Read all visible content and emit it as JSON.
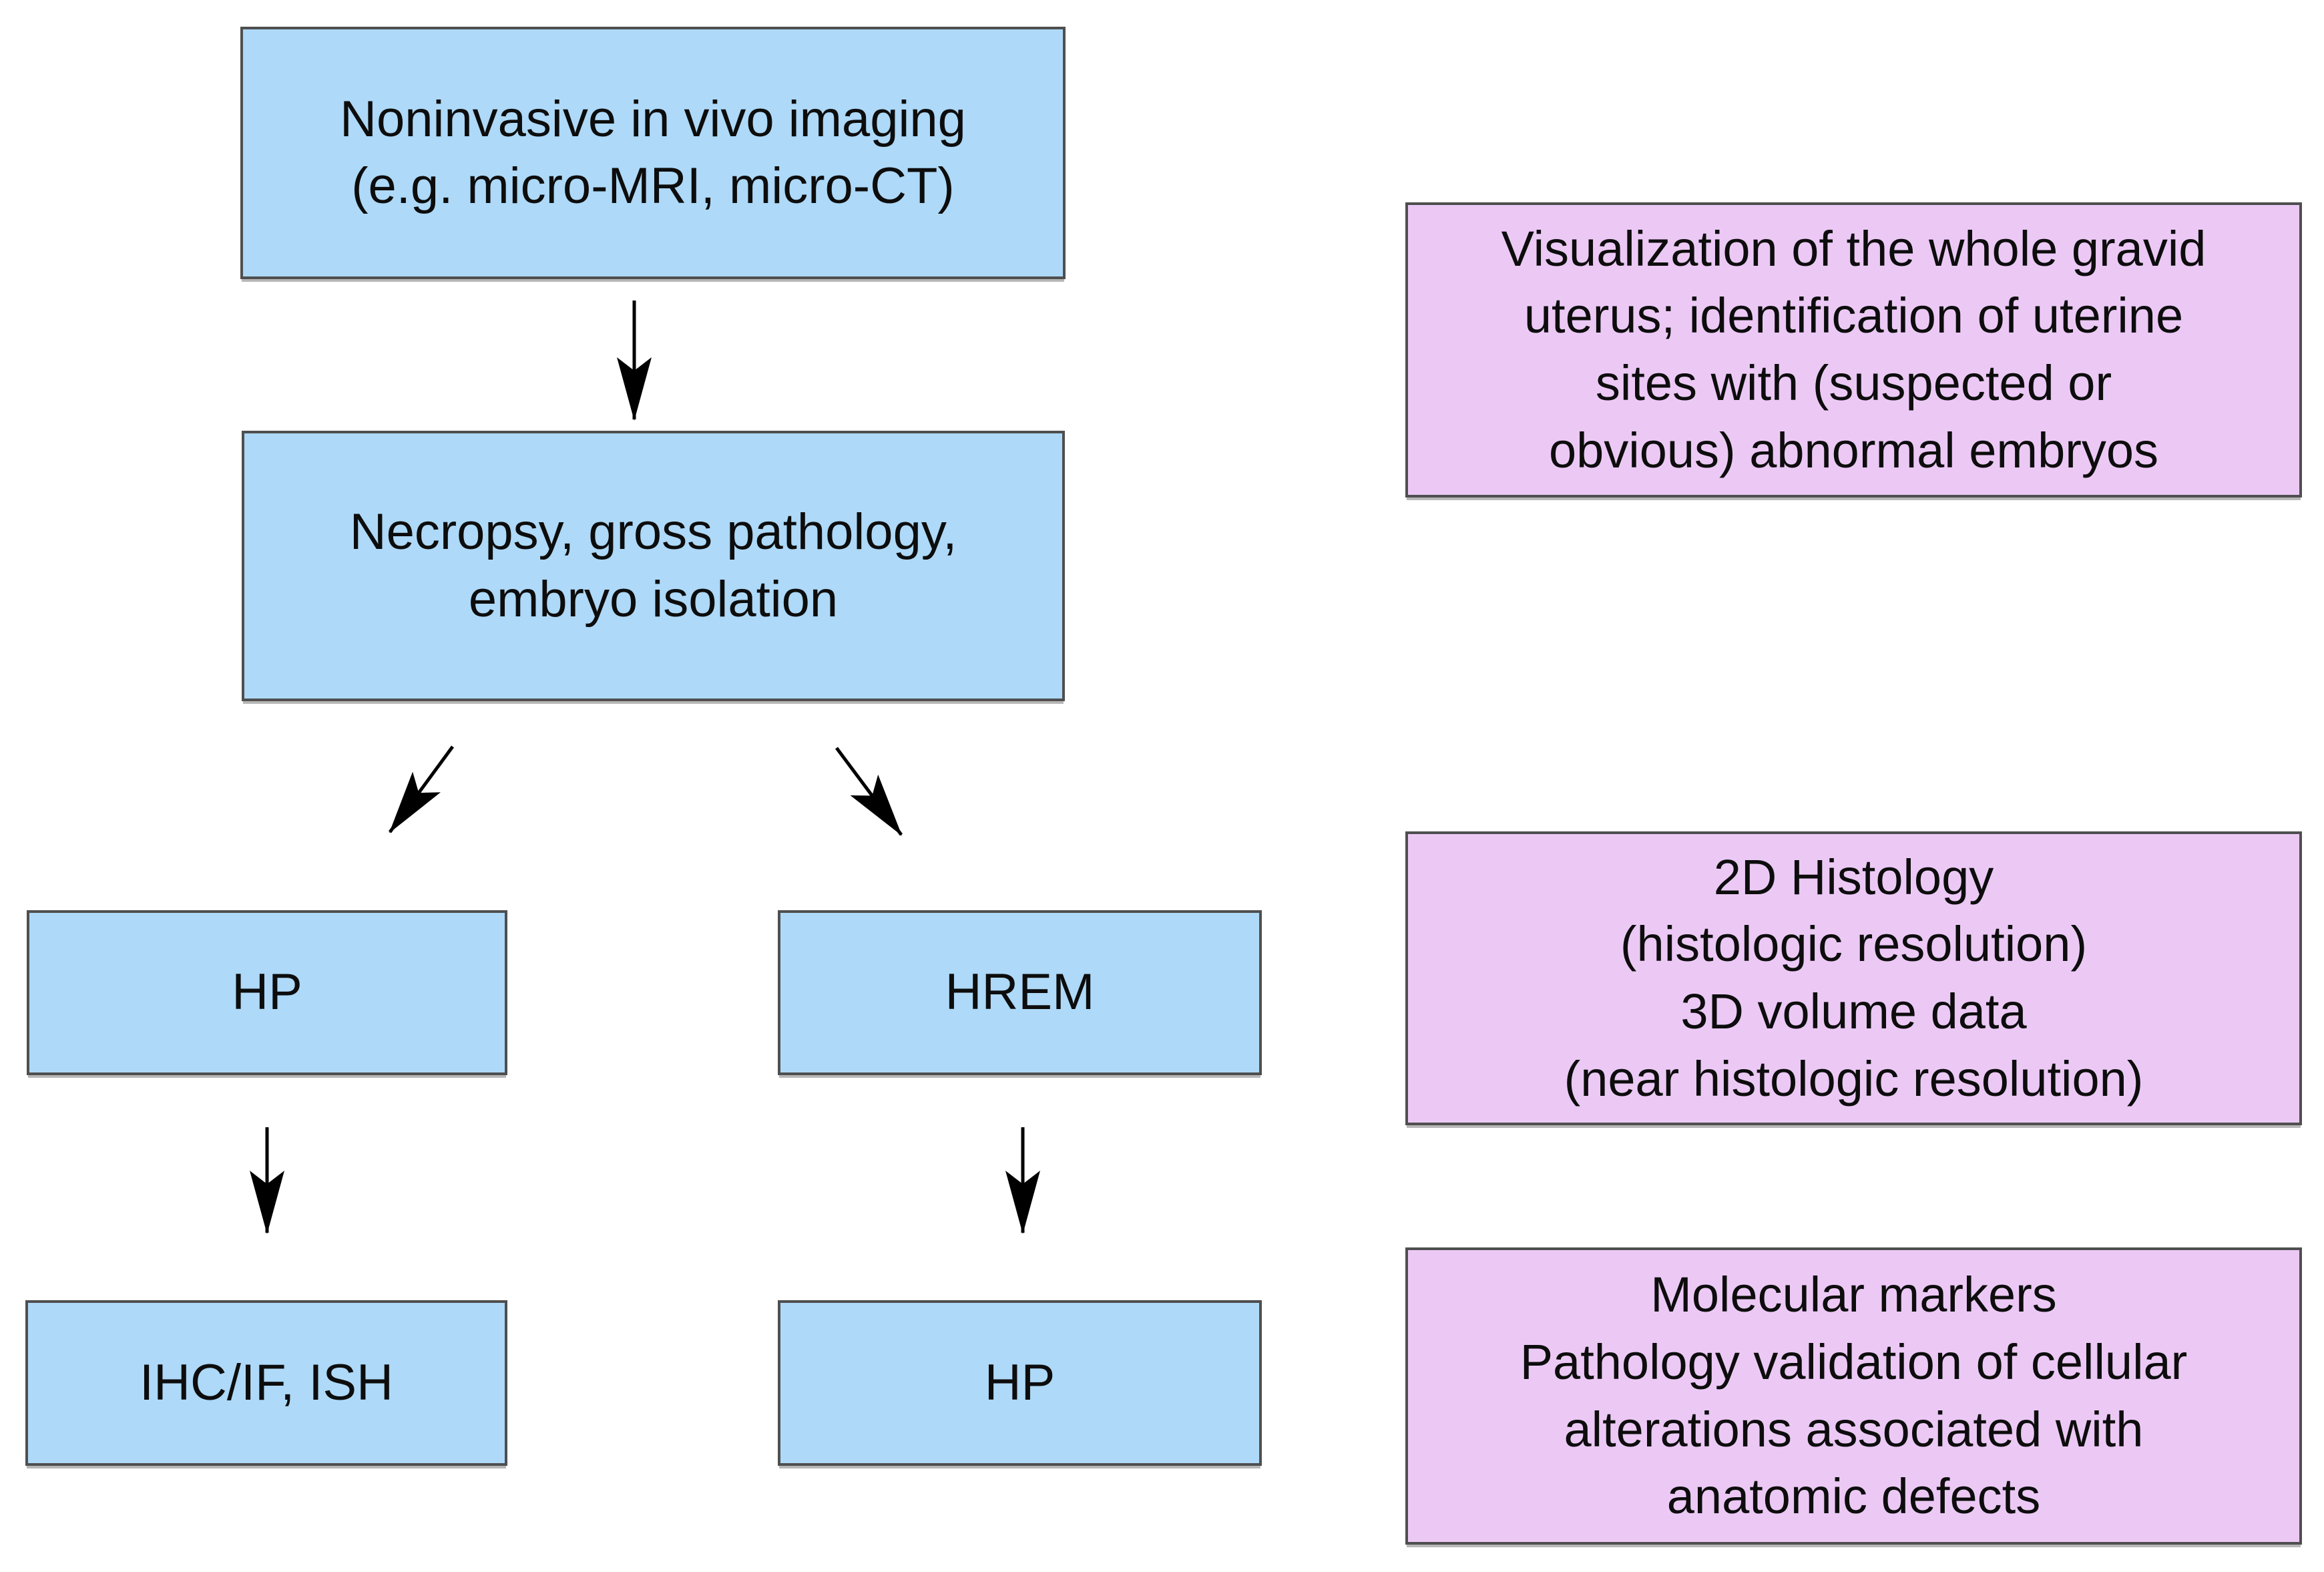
{
  "colors": {
    "flow_box_fill": "#aed9f8",
    "annotation_box_fill": "#ecc9f5",
    "box_border": "#4f4f4f",
    "arrow": "#000000",
    "background": "#ffffff"
  },
  "flow": {
    "imaging": {
      "line1": "Noninvasive in vivo imaging",
      "line2": "(e.g. micro-MRI, micro-CT)"
    },
    "necropsy": {
      "line1": "Necropsy, gross pathology,",
      "line2": "embryo isolation"
    },
    "hp_left": {
      "line1": "HP"
    },
    "hrem": {
      "line1": "HREM"
    },
    "ihc": {
      "line1": "IHC/IF, ISH"
    },
    "hp_right": {
      "line1": "HP"
    }
  },
  "annotations": {
    "uterus": {
      "line1": "Visualization of the whole gravid",
      "line2": "uterus; identification of uterine",
      "line3": "sites with (suspected or",
      "line4": "obvious) abnormal embryos"
    },
    "histology": {
      "line1": "2D Histology",
      "line2": "(histologic resolution)",
      "line3": "3D volume data",
      "line4": "(near histologic resolution)"
    },
    "molecular": {
      "line1": "Molecular markers",
      "line2": "Pathology validation of cellular",
      "line3": "alterations associated with",
      "line4": "anatomic defects"
    }
  }
}
